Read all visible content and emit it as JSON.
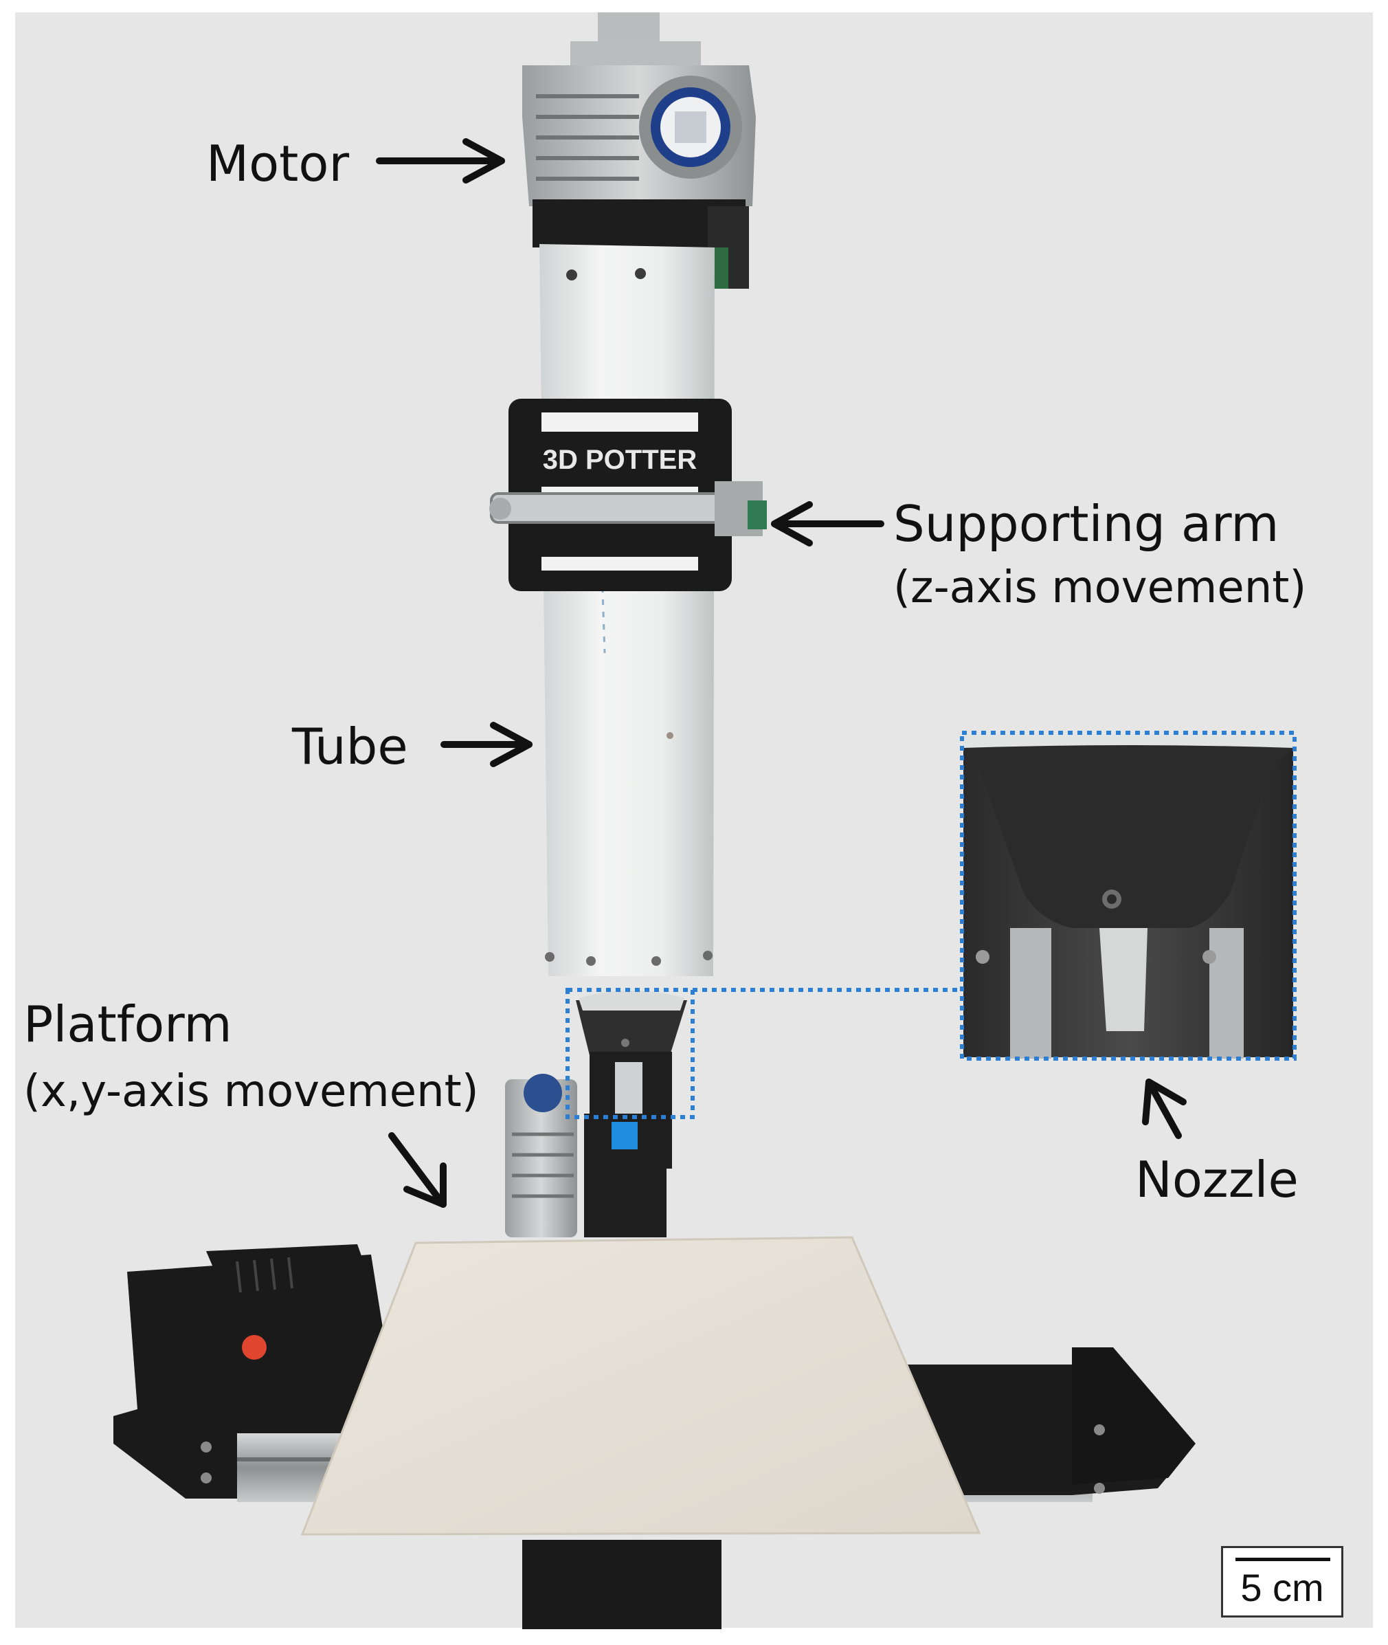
{
  "figure": {
    "background_color": "#e6e6e6",
    "device_label": "3D POTTER"
  },
  "labels": {
    "motor": "Motor",
    "supporting_arm": "Supporting arm",
    "supporting_arm_sub": "(z-axis movement)",
    "tube": "Tube",
    "platform": "Platform",
    "platform_sub": "(x,y-axis movement)",
    "nozzle": "Nozzle"
  },
  "scale_bar": {
    "text": "5 cm"
  },
  "colors": {
    "inset_border": "#2b7fd4",
    "arrow": "#111111"
  }
}
